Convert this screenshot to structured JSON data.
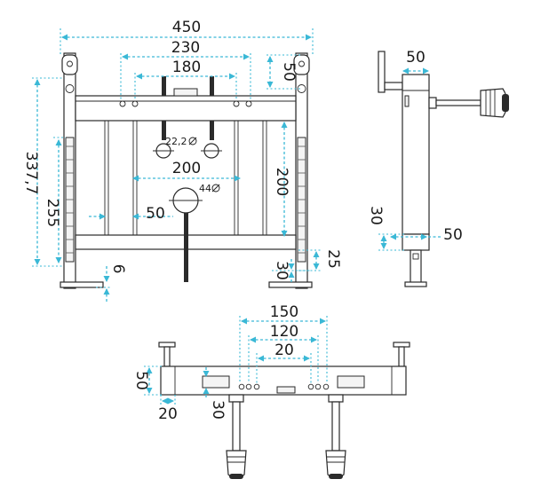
{
  "colors": {
    "dimension": "#3ab8d6",
    "outline": "#2a2a2a",
    "text": "#1a1a1a"
  },
  "front_view": {
    "width_overall": "450",
    "mount_spacing_outer": "230",
    "mount_spacing_inner": "180",
    "top_bracket": "50",
    "height_overall": "337,7",
    "height_frame": "255",
    "height_pipe": "200",
    "pipe_spacing": "200",
    "pipe_small_dia": "22,2",
    "pipe_large_dia": "44",
    "offset_50": "50",
    "foot_offset": "6",
    "foot_height": "25",
    "foot_depth": "30"
  },
  "side_view": {
    "top_width": "50",
    "bottom_width": "50",
    "bottom_height": "30"
  },
  "top_view": {
    "spacing_150": "150",
    "spacing_120": "120",
    "spacing_20": "20",
    "depth_50": "50",
    "leg_20": "20",
    "leg_30": "30"
  }
}
